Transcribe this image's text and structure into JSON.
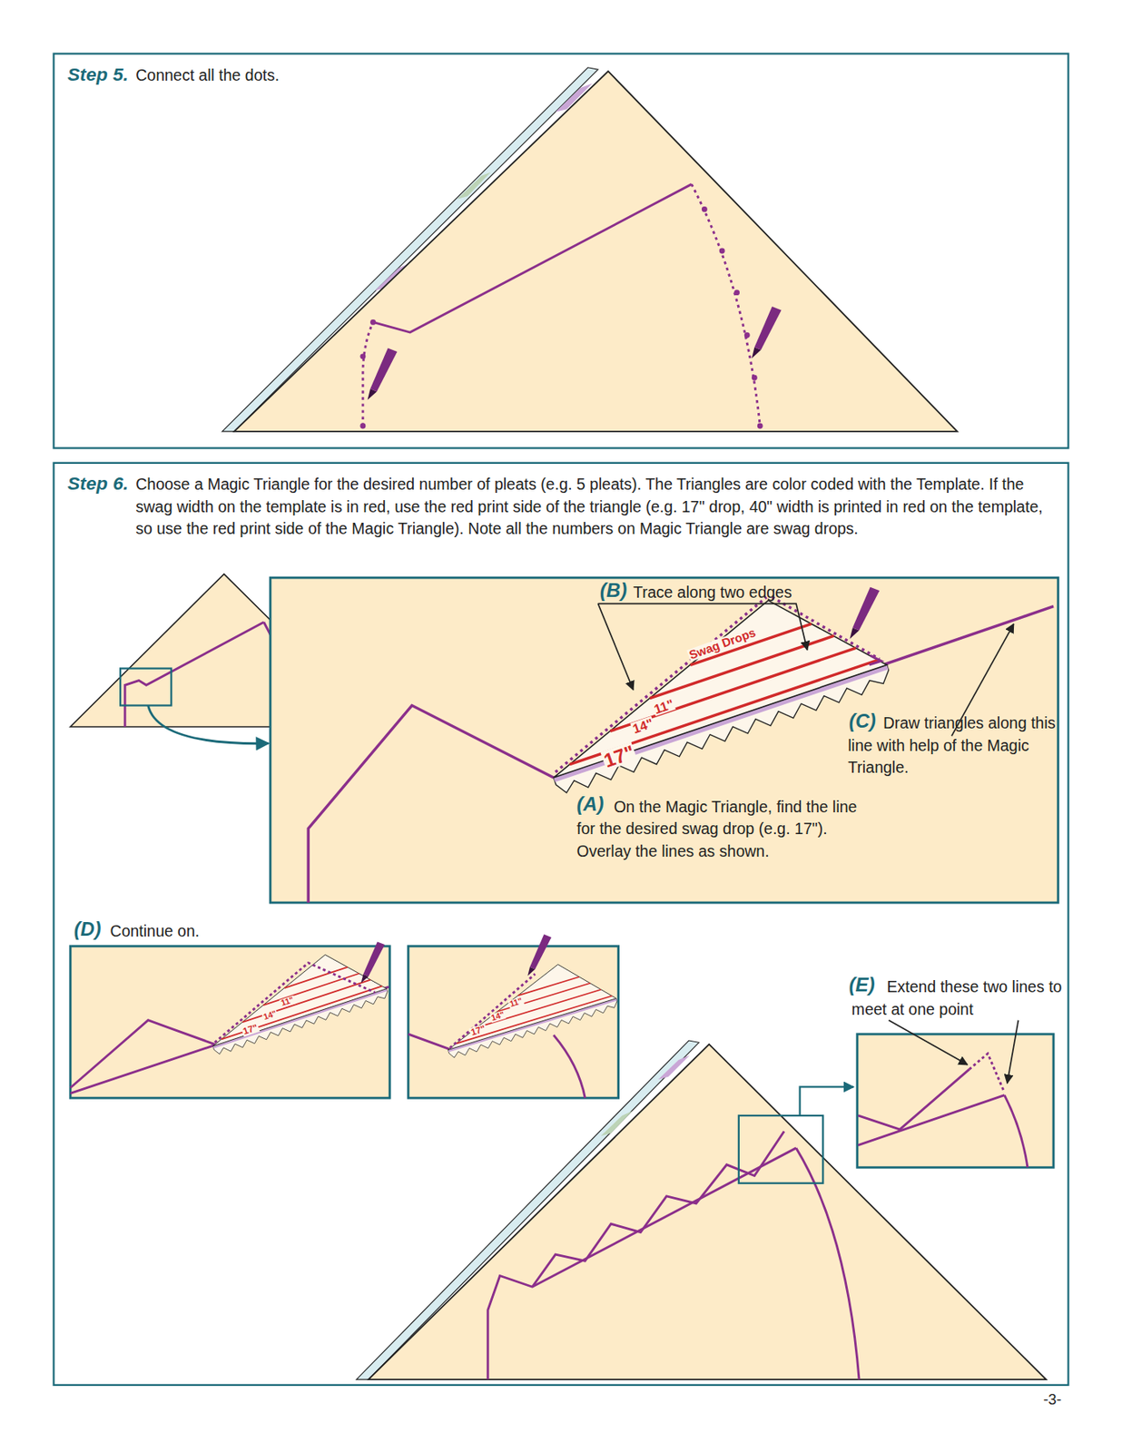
{
  "diagram": {
    "nodes": [
      {
        "text": [
          "Step 5.",
          "Connect all the dots."
        ]
      },
      {
        "text": [
          "Step 6.",
          "Choose a Magic Triangle for the desired number of pleats (e.g. 5 pleats). The Triangles are color coded with the Template. If the swag width on the template is in red, use the red print side of the triangle (e.g. 17\" drop, 40\" width is printed in red on the template, so use the red print side of the Magic Triangle).  Note all the numbers on Magic Triangle are swag drops."
        ]
      }
    ],
    "labels": [
      "(B)",
      "Trace along two edges",
      "Swag Drops",
      "11\"",
      "14\"",
      "17\"",
      "(C)",
      "Draw triangles along this line with help of the Magic Triangle.",
      "(A)",
      "On the Magic Triangle, find the line for the desired swag drop (e.g. 17\"). Overlay the lines as shown.",
      "(D)",
      "Continue on.",
      "11\"",
      "14\"",
      "17\"",
      "11\"",
      "14\"",
      "17\"",
      "(E)",
      "Extend these two lines to meet at one point",
      "-3-"
    ]
  }
}
